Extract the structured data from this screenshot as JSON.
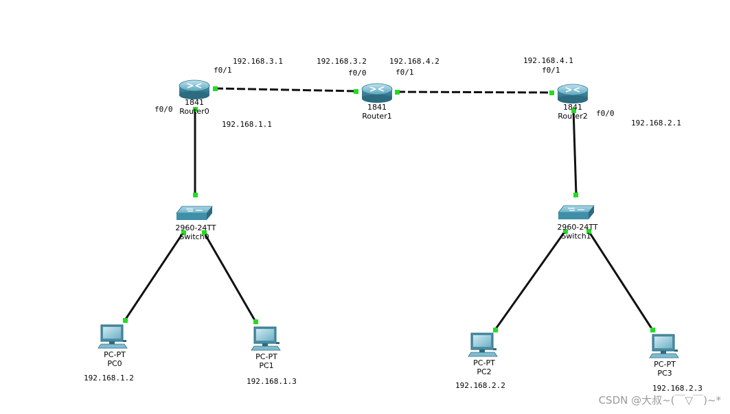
{
  "devices": {
    "router0": {
      "model": "1841",
      "name": "Router0"
    },
    "router1": {
      "model": "1841",
      "name": "Router1"
    },
    "router2": {
      "model": "1841",
      "name": "Router2"
    },
    "switch0": {
      "model": "2960-24TT",
      "name": "Switch0"
    },
    "switch1": {
      "model": "2960-24TT",
      "name": "Switch1"
    },
    "pc0": {
      "model": "PC-PT",
      "name": "PC0"
    },
    "pc1": {
      "model": "PC-PT",
      "name": "PC1"
    },
    "pc2": {
      "model": "PC-PT",
      "name": "PC2"
    },
    "pc3": {
      "model": "PC-PT",
      "name": "PC3"
    }
  },
  "interfaces": {
    "r0_f0_1": "f0/1",
    "r0_f0_0": "f0/0",
    "r1_f0_0": "f0/0",
    "r1_f0_1": "f0/1",
    "r2_f0_1": "f0/1",
    "r2_f0_0": "f0/0"
  },
  "ips": {
    "r0_f0_1": "192.168.3.1",
    "r0_f0_0": "192.168.1.1",
    "r1_f0_0": "192.168.3.2",
    "r1_f0_1": "192.168.4.2",
    "r2_f0_1": "192.168.4.1",
    "r2_f0_0": "192.168.2.1",
    "pc0": "192.168.1.2",
    "pc1": "192.168.1.3",
    "pc2": "192.168.2.2",
    "pc3": "192.168.2.3"
  },
  "colors": {
    "link": "#111111",
    "port_up": "#22dd22",
    "device_blue": "#3f8fa8"
  },
  "watermark": "CSDN @大叔~(￣▽￣)~*"
}
